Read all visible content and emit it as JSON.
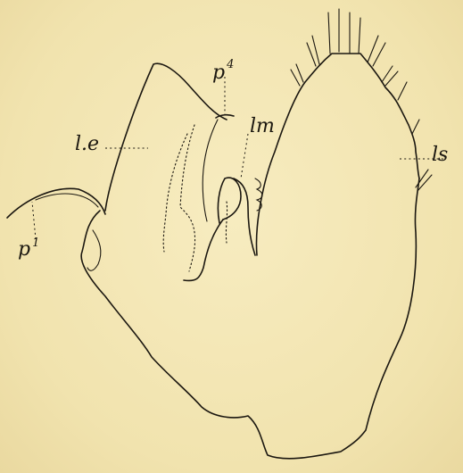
{
  "labels": {
    "p1": {
      "main": "p",
      "sup": "1"
    },
    "p4": {
      "main": "p",
      "sup": "4"
    },
    "le": "l.e",
    "lm": "lm",
    "ls": "ls"
  }
}
